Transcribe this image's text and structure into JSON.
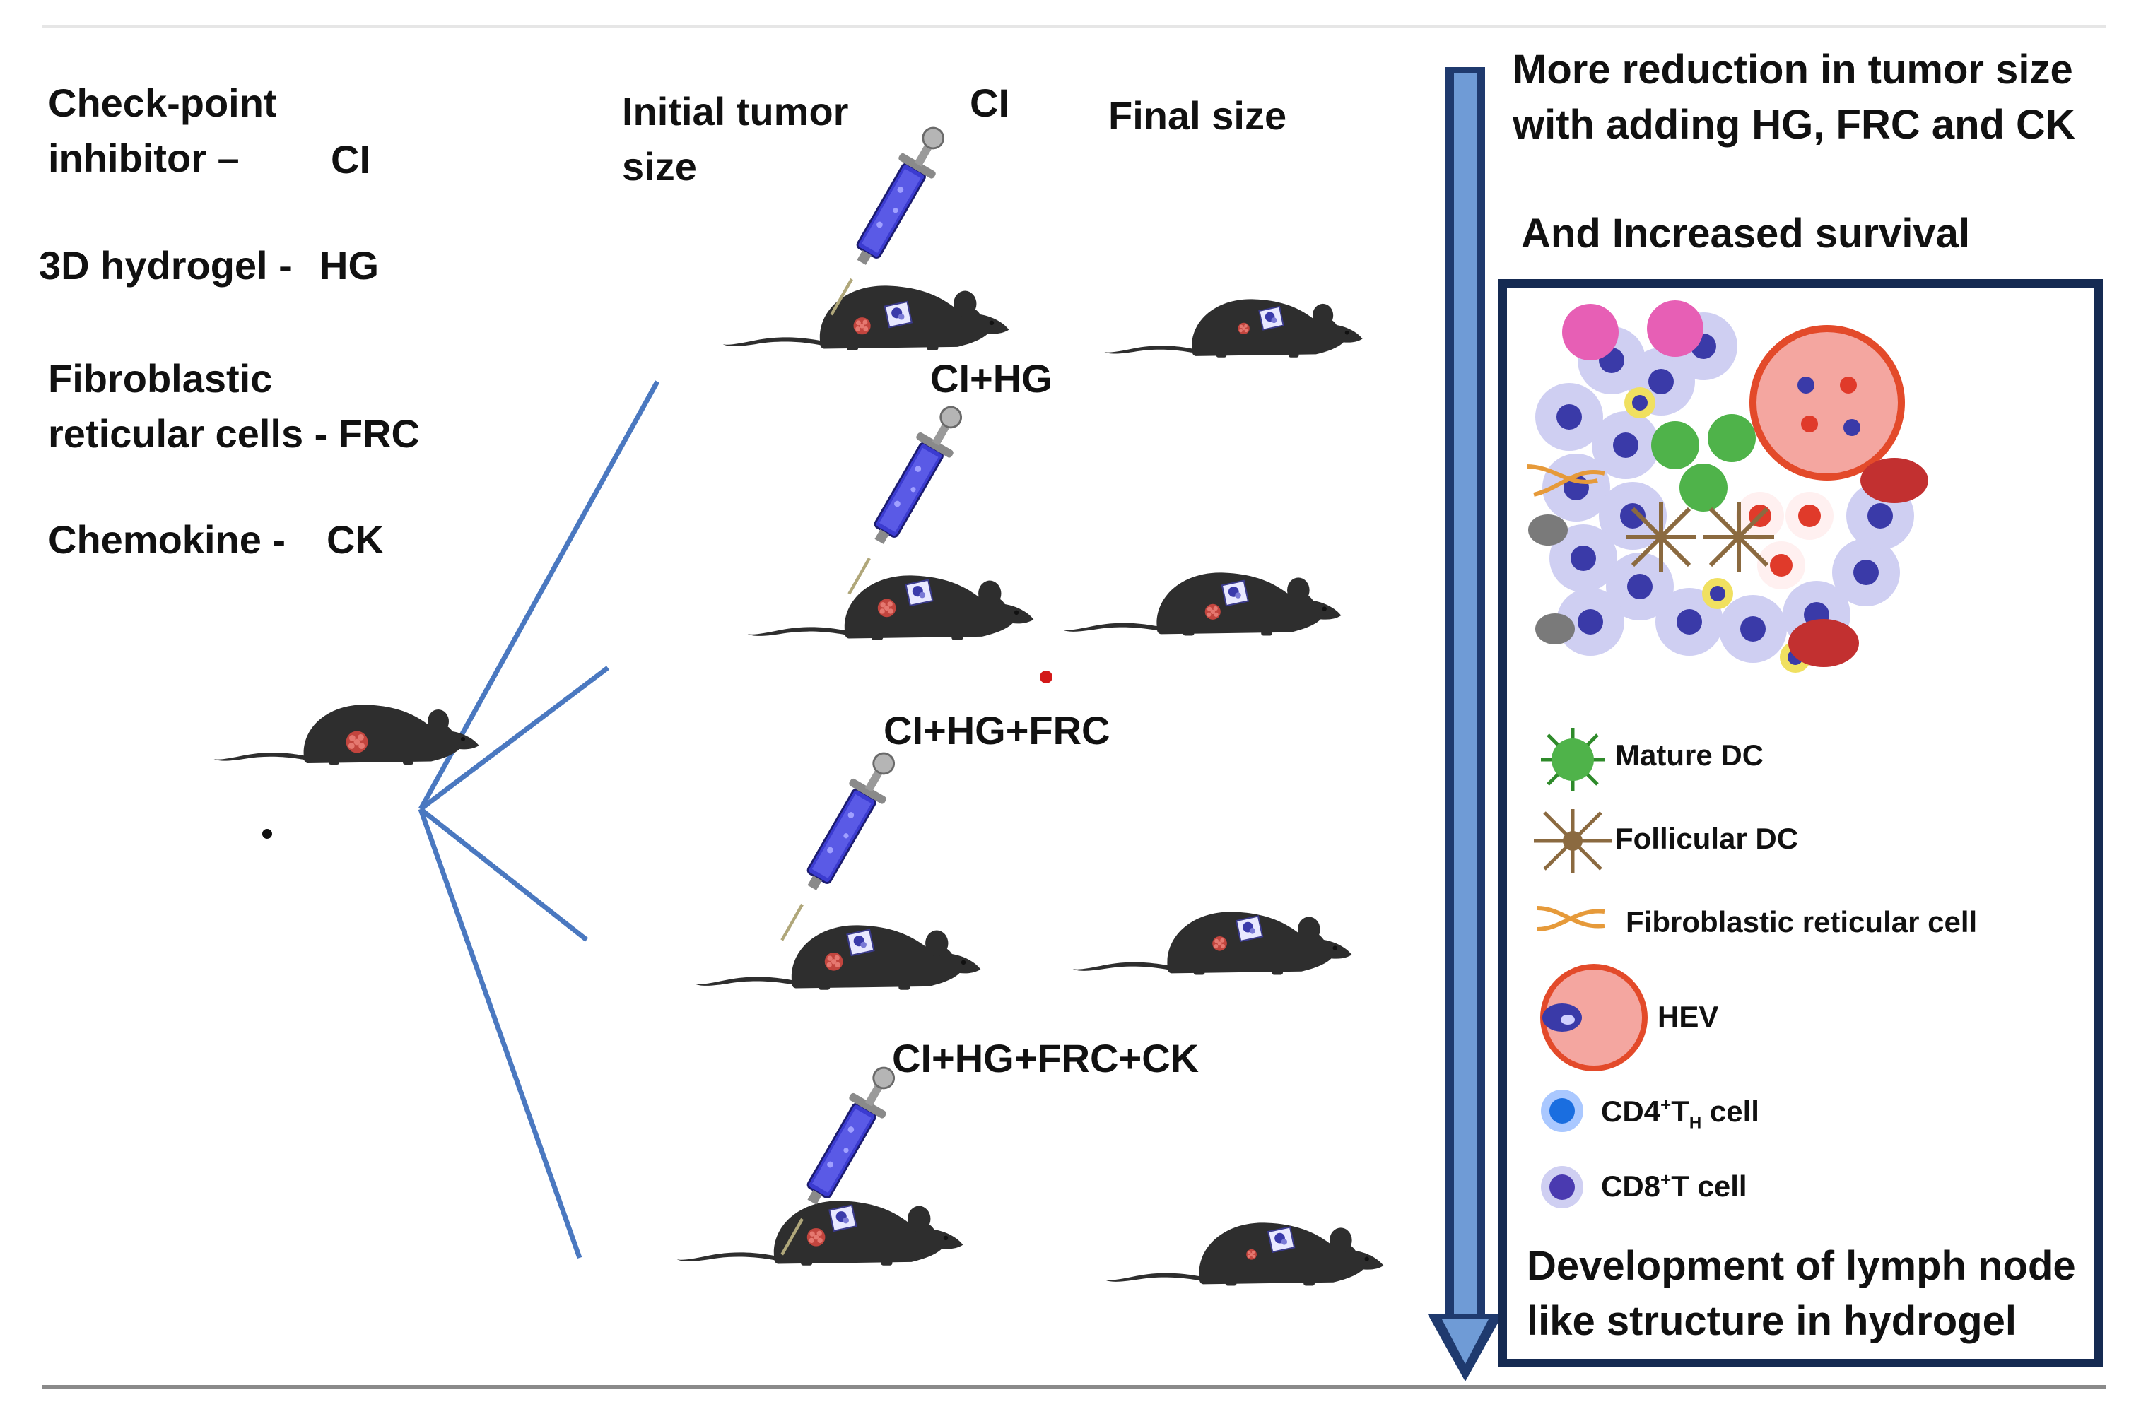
{
  "legend_abbrev": {
    "ci_line1": "Check-point",
    "ci_line2": "inhibitor –",
    "ci_abbr": "CI",
    "hg": "3D hydrogel -",
    "hg_abbr": "HG",
    "frc_line1": "Fibroblastic",
    "frc_line2": "reticular cells - FRC",
    "ck": "Chemokine -",
    "ck_abbr": "CK"
  },
  "columns": {
    "initial_line1": "Initial tumor",
    "initial_line2": "size",
    "final": "Final size"
  },
  "groups": [
    "CI",
    "CI+HG",
    "CI+HG+FRC",
    "CI+HG+FRC+CK"
  ],
  "arrow_text": {
    "line1": "More reduction  in tumor size",
    "line2": "with adding HG, FRC and CK",
    "survival": "And Increased survival"
  },
  "panel": {
    "legend": [
      {
        "icon": "mature-dc-icon",
        "label": "Mature DC"
      },
      {
        "icon": "follicular-dc-icon",
        "label": "Follicular DC"
      },
      {
        "icon": "frc-cell-icon",
        "label": "Fibroblastic reticular cell"
      },
      {
        "icon": "hev-icon",
        "label": "HEV"
      }
    ],
    "cd4_main": "CD4",
    "cd4_sup": "+",
    "cd4_t": "T",
    "cd4_sub": "H",
    "cd4_rest": " cell",
    "cd8_main": "CD8",
    "cd8_sup": "+",
    "cd8_rest": "T cell",
    "footer_line1": "Development of lymph node",
    "footer_line2": "like structure in hydrogel"
  },
  "colors": {
    "mouse": "#2e2e2e",
    "branch_line": "#4a78c0",
    "arrow_dark": "#1f3a6e",
    "arrow_light": "#6f9bd6",
    "panel_border": "#152a52",
    "tumor": "#d9534f"
  }
}
